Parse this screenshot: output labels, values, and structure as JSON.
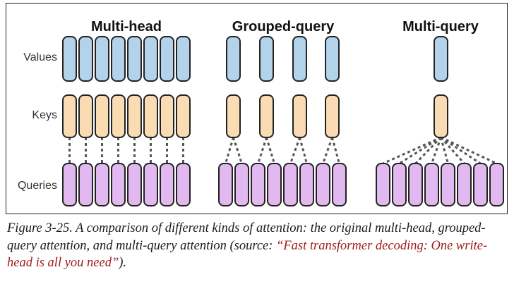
{
  "panels": [
    {
      "title": "Multi-head"
    },
    {
      "title": "Grouped-query"
    },
    {
      "title": "Multi-query"
    }
  ],
  "rows": {
    "values": "Values",
    "keys": "Keys",
    "queries": "Queries"
  },
  "colors": {
    "values_fill": "#b3d3ea",
    "keys_fill": "#fadcb4",
    "queries_fill": "#e2b8f0",
    "stroke": "#222222",
    "connector": "#555555"
  },
  "caption": {
    "figure_label": "Figure 3-25.",
    "text": " A comparison of different kinds of attention: the original multi-head, grouped-query attention, and multi-query attention (source: ",
    "source": "“Fast transformer decoding: One write-head is all you need”",
    "end": ")."
  }
}
